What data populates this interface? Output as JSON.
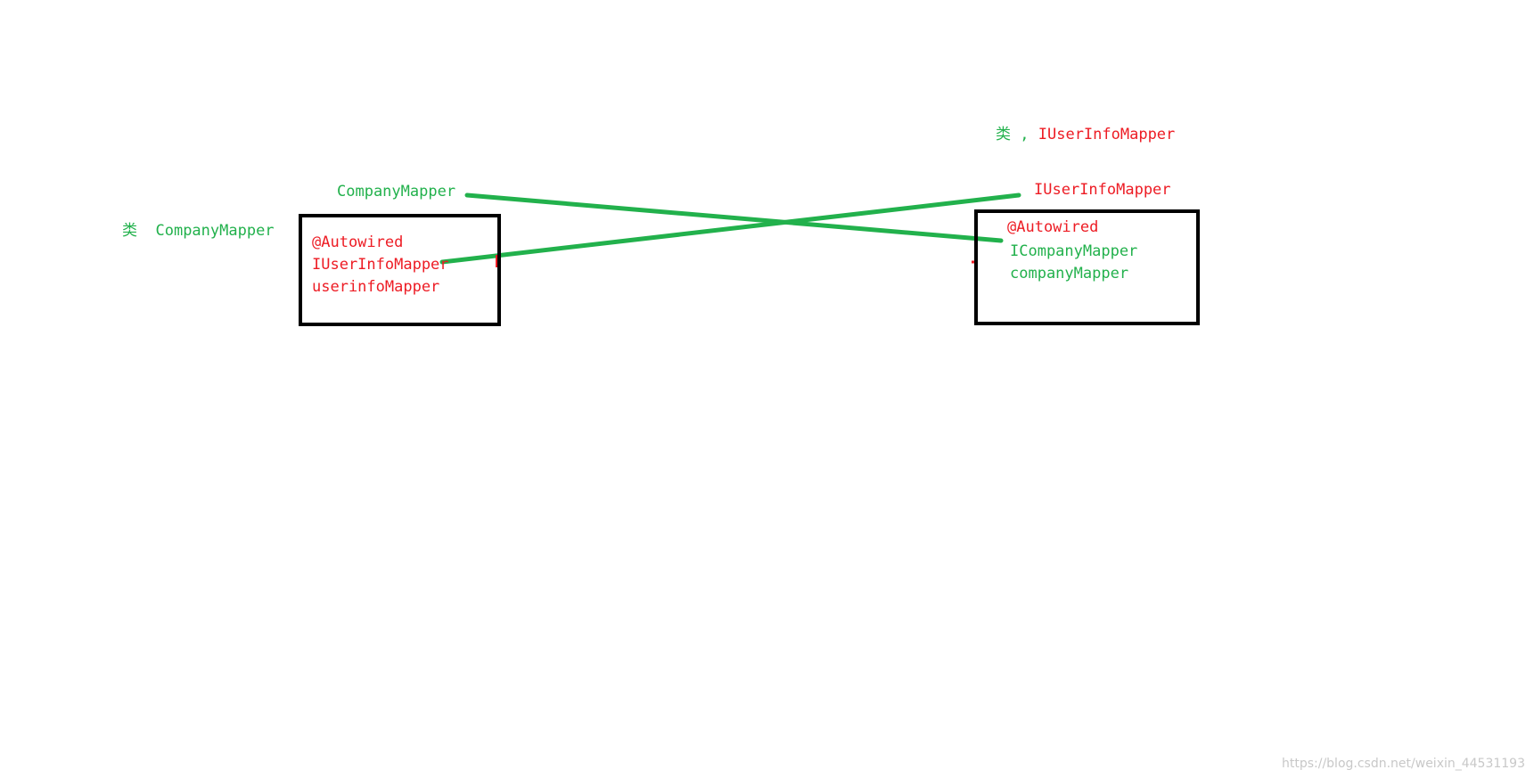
{
  "colors": {
    "green": "#22b14c",
    "red": "#ed1c24",
    "box_border": "#000000",
    "watermark": "#c8c8c8"
  },
  "left_class": {
    "title_prefix": "类",
    "title_name": "CompanyMapper",
    "top_label": "CompanyMapper",
    "box": {
      "annotation": "@Autowired",
      "type": "IUserInfoMapper",
      "field": "userinfoMapper"
    }
  },
  "right_class": {
    "title_prefix": "类",
    "title_separator": ",",
    "title_name": "IUserInfoMapper",
    "top_label": "IUserInfoMapper",
    "box": {
      "annotation": "@Autowired",
      "type": "ICompanyMapper",
      "field": "companyMapper"
    }
  },
  "watermark": "https://blog.csdn.net/weixin_44531193"
}
